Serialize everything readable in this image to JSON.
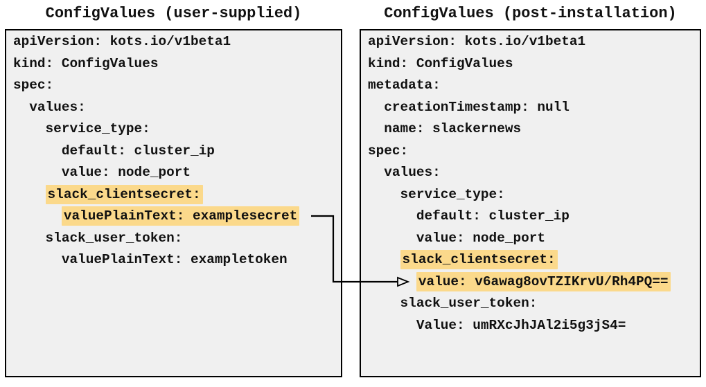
{
  "diagram": {
    "left_panel": {
      "title": "ConfigValues (user-supplied)",
      "lines": [
        {
          "indent": "",
          "text": "apiVersion: kots.io/v1beta1",
          "highlight": false
        },
        {
          "indent": "",
          "text": "kind: ConfigValues",
          "highlight": false
        },
        {
          "indent": "",
          "text": "spec:",
          "highlight": false
        },
        {
          "indent": "  ",
          "text": "values:",
          "highlight": false
        },
        {
          "indent": "    ",
          "text": "service_type:",
          "highlight": false
        },
        {
          "indent": "      ",
          "text": "default: cluster_ip",
          "highlight": false
        },
        {
          "indent": "      ",
          "text": "value: node_port",
          "highlight": false
        },
        {
          "indent": "    ",
          "text": "slack_clientsecret:",
          "highlight": true
        },
        {
          "indent": "      ",
          "text": "valuePlainText: examplesecret",
          "highlight": true
        },
        {
          "indent": "    ",
          "text": "slack_user_token:",
          "highlight": false
        },
        {
          "indent": "      ",
          "text": "valuePlainText: exampletoken",
          "highlight": false
        }
      ]
    },
    "right_panel": {
      "title": "ConfigValues (post-installation)",
      "lines": [
        {
          "indent": "",
          "text": "apiVersion: kots.io/v1beta1",
          "highlight": false
        },
        {
          "indent": "",
          "text": "kind: ConfigValues",
          "highlight": false
        },
        {
          "indent": "",
          "text": "metadata:",
          "highlight": false
        },
        {
          "indent": "  ",
          "text": "creationTimestamp: null",
          "highlight": false
        },
        {
          "indent": "  ",
          "text": "name: slackernews",
          "highlight": false
        },
        {
          "indent": "",
          "text": "spec:",
          "highlight": false
        },
        {
          "indent": "  ",
          "text": "values:",
          "highlight": false
        },
        {
          "indent": "    ",
          "text": "service_type:",
          "highlight": false
        },
        {
          "indent": "      ",
          "text": "default: cluster_ip",
          "highlight": false
        },
        {
          "indent": "      ",
          "text": "value: node_port",
          "highlight": false
        },
        {
          "indent": "    ",
          "text": "slack_clientsecret:",
          "highlight": true
        },
        {
          "indent": "      ",
          "text": "value: v6awag8ovTZIKrvU/Rh4PQ==",
          "highlight": true
        },
        {
          "indent": "    ",
          "text": "slack_user_token:",
          "highlight": false
        },
        {
          "indent": "      ",
          "text": "Value: umRXcJhJAl2i5g3jS4=",
          "highlight": false
        }
      ]
    },
    "arrow": {
      "from_line": "valuePlainText: examplesecret",
      "to_line": "value: v6awag8ovTZIKrvU/Rh4PQ=="
    },
    "colors": {
      "highlight": "#fbd98b",
      "panel_background": "#f0f0f0",
      "panel_border": "#000000",
      "text": "#111111",
      "arrow": "#000000"
    }
  }
}
